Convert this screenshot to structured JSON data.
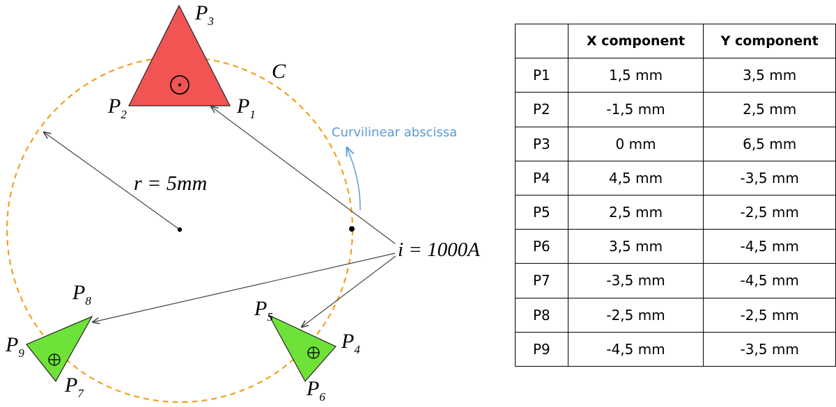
{
  "diagram": {
    "circle_label": "C",
    "radius_label": "r = 5mm",
    "current_label": "i = 1000A",
    "curvilinear_label": "Curvilinear abscissa",
    "points": {
      "p1": {
        "letter": "P",
        "index": "1"
      },
      "p2": {
        "letter": "P",
        "index": "2"
      },
      "p3": {
        "letter": "P",
        "index": "3"
      },
      "p4": {
        "letter": "P",
        "index": "4"
      },
      "p5": {
        "letter": "P",
        "index": "5"
      },
      "p6": {
        "letter": "P",
        "index": "6"
      },
      "p7": {
        "letter": "P",
        "index": "7"
      },
      "p8": {
        "letter": "P",
        "index": "8"
      },
      "p9": {
        "letter": "P",
        "index": "9"
      }
    },
    "colors": {
      "circle": "#f0a020",
      "red_conductor": "#f25454",
      "green_conductor": "#6fe23a",
      "curvilinear": "#5b9bd5",
      "arrows": "#444444"
    },
    "current_directions": {
      "red_conductor": "dot-in-circle-icon",
      "green_conductors": "cross-in-circle-icon"
    }
  },
  "table": {
    "headers": [
      "",
      "X component",
      "Y component"
    ],
    "rows": [
      [
        "P1",
        "1,5 mm",
        "3,5 mm"
      ],
      [
        "P2",
        "-1,5 mm",
        "2,5 mm"
      ],
      [
        "P3",
        "0 mm",
        "6,5 mm"
      ],
      [
        "P4",
        "4,5 mm",
        "-3,5 mm"
      ],
      [
        "P5",
        "2,5 mm",
        "-2,5 mm"
      ],
      [
        "P6",
        "3,5 mm",
        "-4,5 mm"
      ],
      [
        "P7",
        "-3,5 mm",
        "-4,5 mm"
      ],
      [
        "P8",
        "-2,5 mm",
        "-2,5 mm"
      ],
      [
        "P9",
        "-4,5 mm",
        "-3,5 mm"
      ]
    ]
  }
}
